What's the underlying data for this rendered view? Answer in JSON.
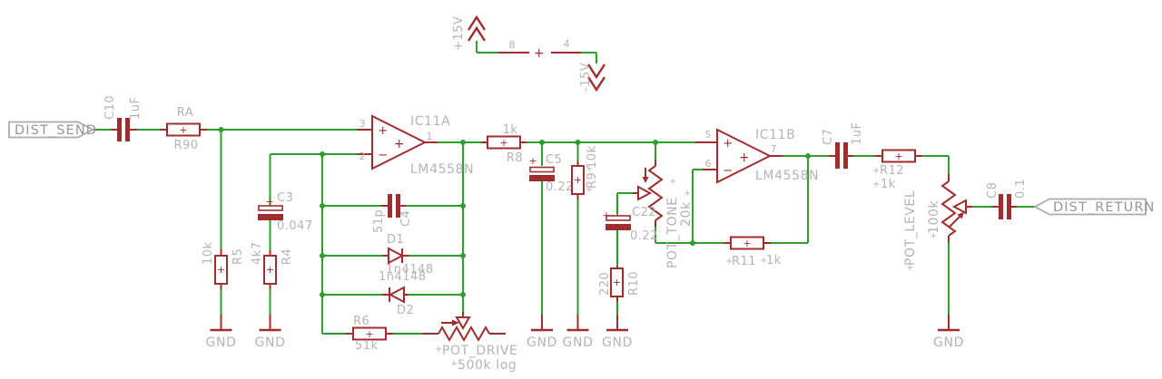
{
  "schematic": {
    "background": "#ffffff",
    "colors": {
      "net": "#2f9e2f",
      "symbol": "#a02d2d",
      "label": "#b4b4b4",
      "connector_text": "#979797",
      "connector_outline": "#ababab"
    },
    "connectors": {
      "input": "DIST_SEND",
      "output": "DIST_RETURN"
    },
    "power": {
      "vplus": "+15V",
      "vminus": "-15V",
      "pin_vplus": "8",
      "pin_vminus": "4"
    },
    "marks": {
      "origin": "+",
      "polarity": "+",
      "noninv": "+",
      "inv": "−",
      "gain": "+"
    },
    "ics": {
      "ic11a": {
        "name": "IC11A",
        "part": "LM4558N",
        "pin_in_p": "3",
        "pin_in_n": "2",
        "pin_out": "1"
      },
      "ic11b": {
        "name": "IC11B",
        "part": "LM4558N",
        "pin_in_p": "5",
        "pin_in_n": "6",
        "pin_out": "7"
      }
    },
    "parts": {
      "c10": {
        "name": "C10",
        "value": "1uF"
      },
      "ra": {
        "name": "RA",
        "value": "R90"
      },
      "r5": {
        "name": "R5",
        "value": "10k"
      },
      "r4": {
        "name": "R4",
        "value": "4k7"
      },
      "c3": {
        "name": "C3",
        "value": "0.047"
      },
      "c4": {
        "name": "C4",
        "value": "51p"
      },
      "d1": {
        "name": "D1",
        "value": "1n4148"
      },
      "d2": {
        "name": "D2",
        "value": "1n4148"
      },
      "r6": {
        "name": "R6",
        "value": "51k"
      },
      "pot_drive": {
        "name": "POT_DRIVE",
        "value": "500k log"
      },
      "r8": {
        "name": "R8",
        "value": "1k"
      },
      "c5": {
        "name": "C5",
        "value": "0.22"
      },
      "r9": {
        "name": "R9",
        "value": "10k"
      },
      "pot_tone": {
        "name": "POT_TONE",
        "value": "20k"
      },
      "c22": {
        "name": "C22",
        "value": "0.22"
      },
      "r10": {
        "name": "R10",
        "value": "220"
      },
      "r11": {
        "name": "R11",
        "value": "1k"
      },
      "c7": {
        "name": "C7",
        "value": "1uF"
      },
      "r12": {
        "name": "R12",
        "value": "1k"
      },
      "pot_level": {
        "name": "POT_LEVEL",
        "value": "100k"
      },
      "c8": {
        "name": "C8",
        "value": "0.1"
      }
    },
    "ground_label": "GND"
  }
}
